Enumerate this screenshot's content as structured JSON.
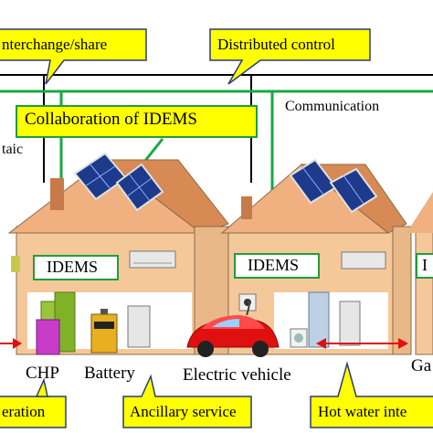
{
  "callouts": {
    "interchange": "nterchange/share",
    "distributed_control": "Distributed control",
    "collaboration": "Collaboration of IDEMS",
    "generation": "eration",
    "ancillary": "Ancillary service",
    "hot_water": "Hot water inte"
  },
  "labels": {
    "communication": "Communication",
    "photovoltaic": "taic",
    "idems_1": "IDEMS",
    "idems_2": "IDEMS",
    "idems_3": "I",
    "chp": "CHP",
    "battery": "Battery",
    "electric_vehicle": "Electric vehicle",
    "gas": "Ga"
  },
  "colors": {
    "callout_fill": "#ffff00",
    "callout_stroke": "#2a3a7a",
    "green_line": "#17a843",
    "wall": "#f5c89a",
    "roof": "#e8a06a",
    "idems_border": "#1f9e3a",
    "arrow_red": "#e01010",
    "car_red": "#e01010"
  }
}
